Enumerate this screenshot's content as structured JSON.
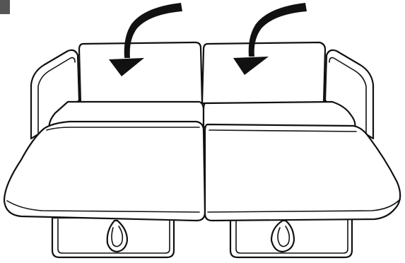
{
  "illustration": {
    "subject": "sofa-bed-unfolding",
    "line_color": "#111111",
    "background_color": "#ffffff",
    "corner_mark_color": "#555555",
    "arrow_count": 2,
    "arrow_direction": "down-left",
    "icons": [
      "curved-arrow-icon",
      "curved-arrow-icon"
    ]
  }
}
